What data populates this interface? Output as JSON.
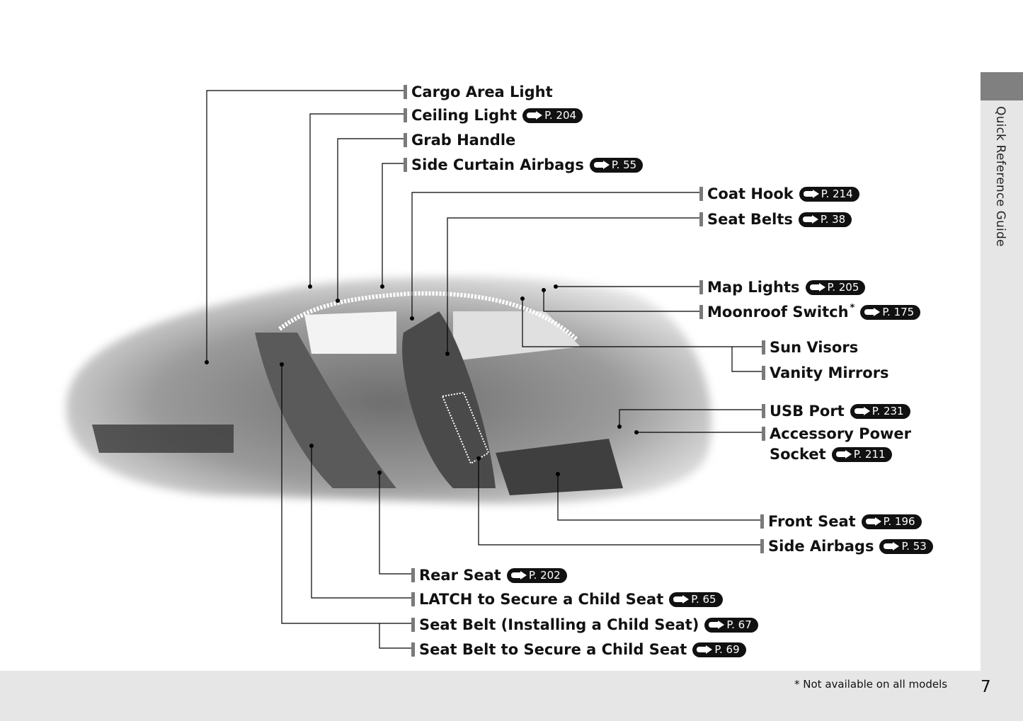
{
  "tab_label": "Quick Reference Guide",
  "footnote": "* Not available on all models",
  "page_number": "7",
  "labels": {
    "cargo_area_light": {
      "text": "Cargo Area Light"
    },
    "ceiling_light": {
      "text": "Ceiling Light",
      "ref": "P. 204"
    },
    "grab_handle": {
      "text": "Grab Handle"
    },
    "side_curtain_airbags": {
      "text": "Side Curtain Airbags",
      "ref": "P. 55"
    },
    "coat_hook": {
      "text": "Coat Hook",
      "ref": "P. 214"
    },
    "seat_belts": {
      "text": "Seat Belts",
      "ref": "P. 38"
    },
    "map_lights": {
      "text": "Map Lights",
      "ref": "P. 205"
    },
    "moonroof_switch": {
      "text": "Moonroof Switch",
      "mark": "*",
      "ref": "P. 175"
    },
    "sun_visors": {
      "text": "Sun Visors"
    },
    "vanity_mirrors": {
      "text": "Vanity Mirrors"
    },
    "usb_port": {
      "text": "USB Port",
      "ref": "P. 231"
    },
    "accessory_power_socket": {
      "text": "Accessory Power",
      "text2": "Socket",
      "ref": "P. 211"
    },
    "front_seat": {
      "text": "Front Seat",
      "ref": "P. 196"
    },
    "side_airbags": {
      "text": "Side Airbags",
      "ref": "P. 53"
    },
    "rear_seat": {
      "text": "Rear Seat",
      "ref": "P. 202"
    },
    "latch": {
      "text": "LATCH to Secure a Child Seat",
      "ref": "P. 65"
    },
    "seat_belt_installing": {
      "text": "Seat Belt (Installing a Child Seat)",
      "ref": "P. 67"
    },
    "seat_belt_secure": {
      "text": "Seat Belt to Secure a Child Seat",
      "ref": "P. 69"
    }
  }
}
